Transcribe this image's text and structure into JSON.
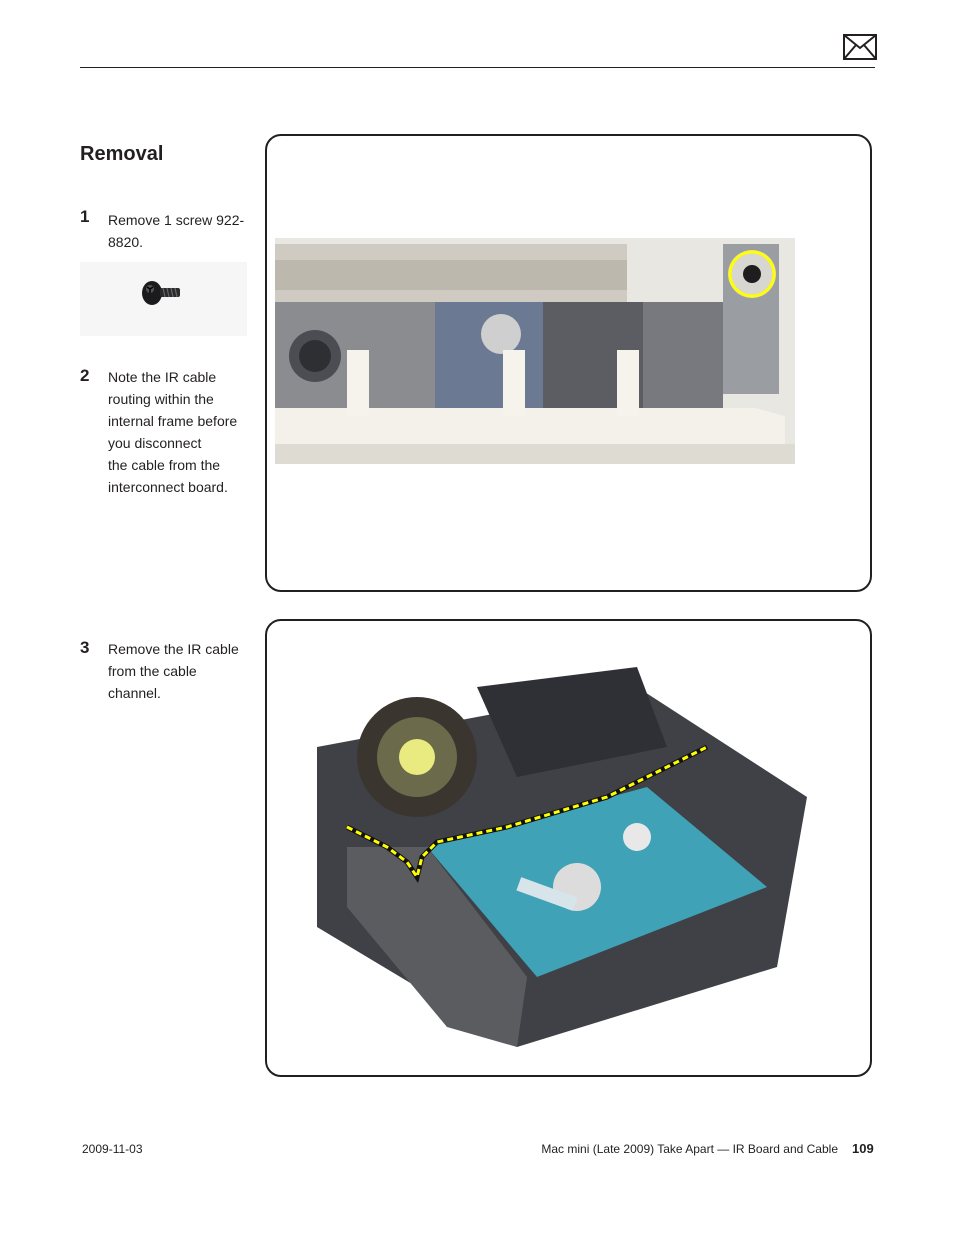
{
  "header": {
    "icon": "envelope-icon"
  },
  "section": {
    "title": "Removal"
  },
  "steps": [
    {
      "number": "1",
      "text": "Remove 1 screw 922-\n8820."
    },
    {
      "number": "2",
      "text": "Note the IR cable\nrouting within the\ninternal frame before\nyou disconnect\nthe cable from the\ninterconnect board."
    },
    {
      "number": "3",
      "text": "Remove the IR cable\nfrom the cable\nchannel."
    }
  ],
  "photos": [
    {
      "icon": "ir-board-photo",
      "callout_color": "#ffff00"
    },
    {
      "icon": "hard-drive-cable-photo",
      "cable_highlight_color": "#ffff00"
    }
  ],
  "footer": {
    "date": "2009-11-03",
    "doc_title": "Mac mini (Late 2009) Take Apart — IR Board and Cable",
    "page_number": "109"
  }
}
